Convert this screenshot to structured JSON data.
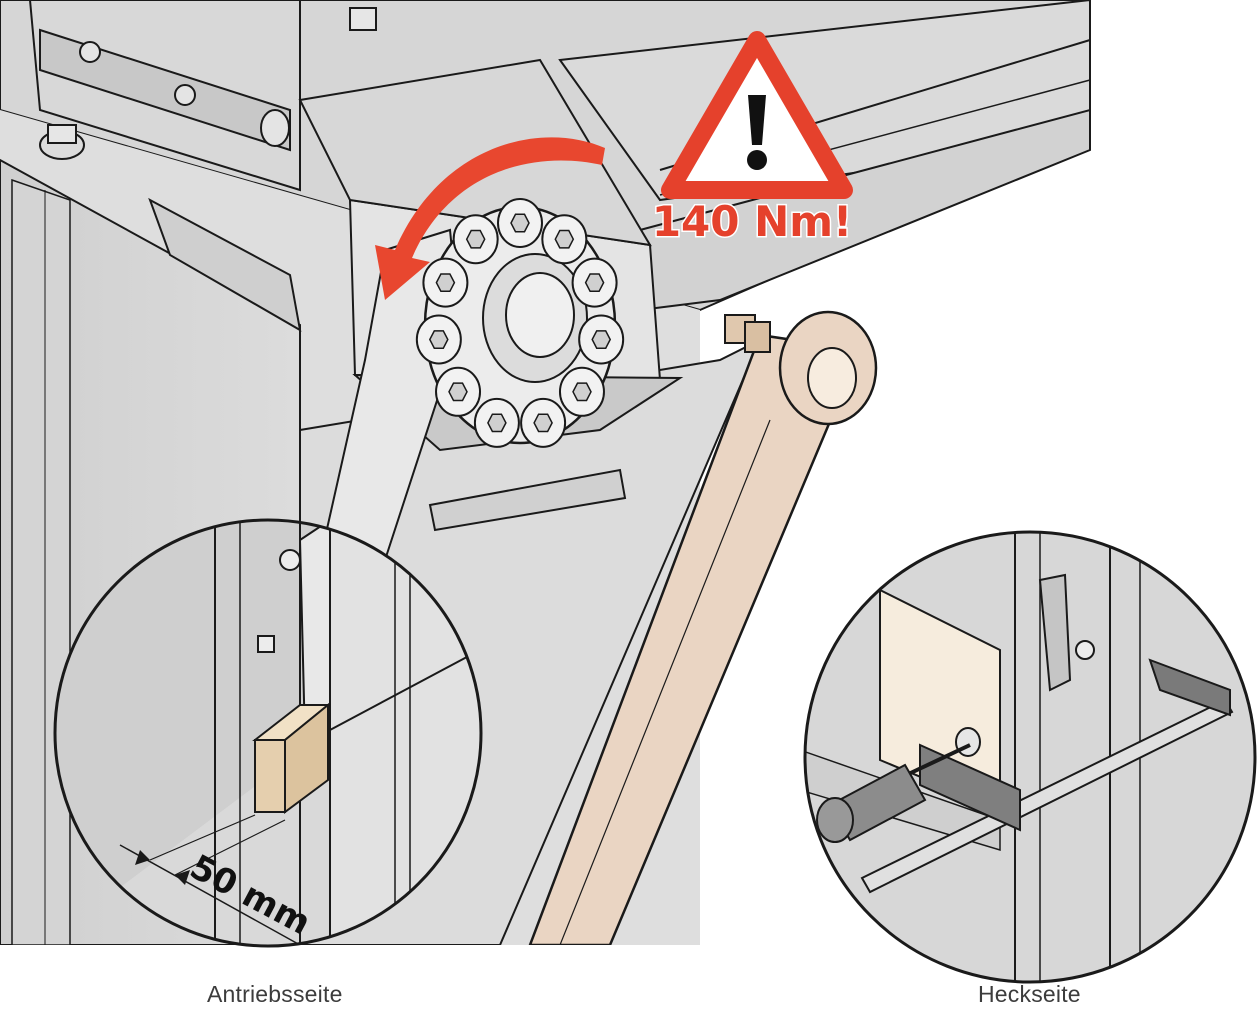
{
  "figure": {
    "torque_label": "140 Nm!",
    "dimension_label": "50 mm",
    "caption_left": "Antriebsseite",
    "caption_right": "Heckseite"
  },
  "colors": {
    "metal_light": "#e2e2e2",
    "metal_mid": "#cfcfcf",
    "metal_dark": "#b3b3b3",
    "wood": "#ead5c3",
    "wood_block": "#e5cfae",
    "warning_red": "#e5412c",
    "arrow_red": "#e8472f",
    "outline": "#1a1a1a"
  },
  "icons": [
    "warning-triangle-icon",
    "rotation-arrow-icon",
    "exclamation-icon"
  ]
}
